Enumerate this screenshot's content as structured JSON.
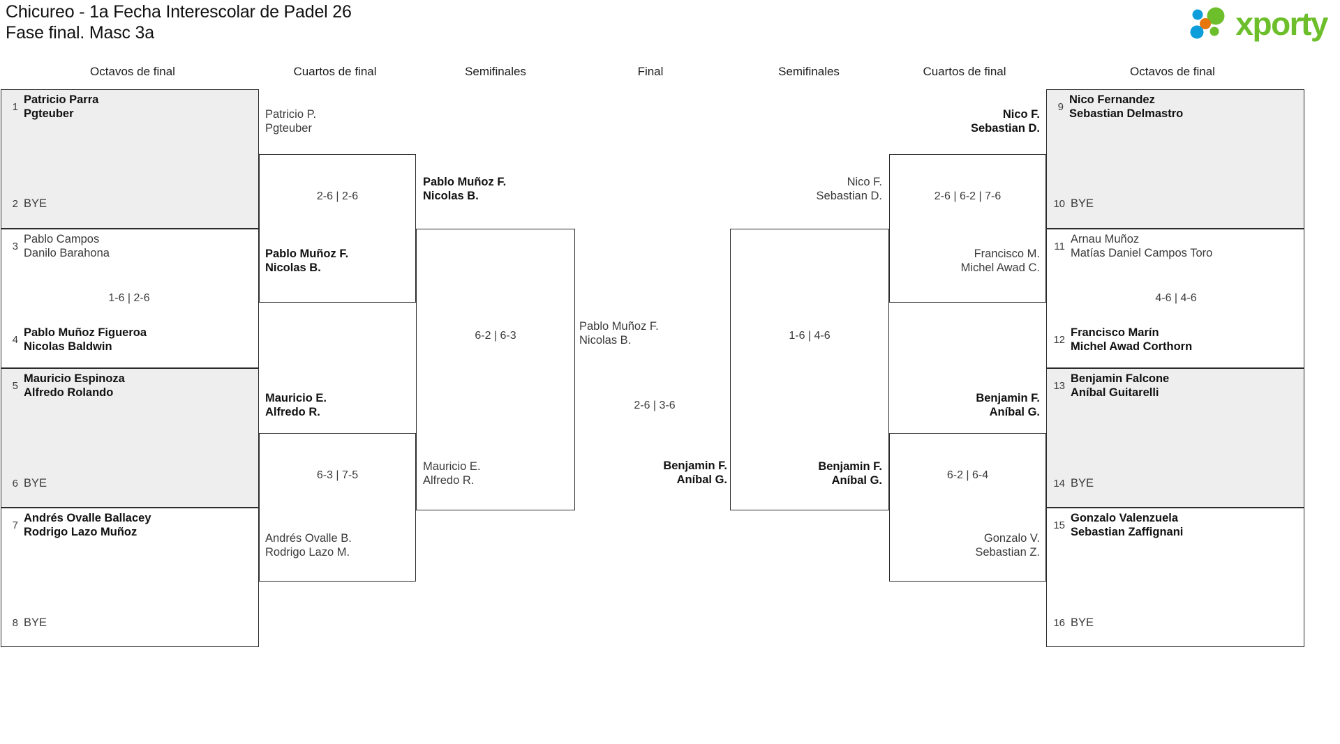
{
  "header": {
    "title_line1": "Chicureo - 1a Fecha Interescolar de Padel 26",
    "title_line2": "Fase final. Masc 3a",
    "logo_text": "xporty",
    "logo_colors": {
      "green": "#6cbe2a",
      "blue": "#0d9ddb",
      "orange": "#e8760f"
    }
  },
  "round_headers": {
    "left_r16": "Octavos de final",
    "left_qf": "Cuartos de final",
    "left_sf": "Semifinales",
    "final": "Final",
    "right_sf": "Semifinales",
    "right_qf": "Cuartos de final",
    "right_r16": "Octavos de final"
  },
  "left_r16": [
    {
      "seed": "1",
      "line1": "Patricio Parra",
      "line2": "Pgteuber",
      "result": "win",
      "shaded": true
    },
    {
      "seed": "2",
      "line1": "BYE",
      "line2": "",
      "result": "bye",
      "shaded": true
    },
    {
      "seed": "3",
      "line1": "Pablo Campos",
      "line2": "Danilo Barahona",
      "result": "lose",
      "shaded": false
    },
    {
      "seed": "4",
      "line1": "Pablo Muñoz Figueroa",
      "line2": "Nicolas Baldwin",
      "result": "win",
      "shaded": false
    },
    {
      "seed": "5",
      "line1": "Mauricio Espinoza",
      "line2": "Alfredo Rolando",
      "result": "win",
      "shaded": true
    },
    {
      "seed": "6",
      "line1": "BYE",
      "line2": "",
      "result": "bye",
      "shaded": true
    },
    {
      "seed": "7",
      "line1": "Andrés Ovalle Ballacey",
      "line2": "Rodrigo Lazo Muñoz",
      "result": "win",
      "shaded": false
    },
    {
      "seed": "8",
      "line1": "BYE",
      "line2": "",
      "result": "bye",
      "shaded": false
    }
  ],
  "right_r16": [
    {
      "seed": "9",
      "line1": "Nico Fernandez",
      "line2": "Sebastian Delmastro",
      "result": "win",
      "shaded": true
    },
    {
      "seed": "10",
      "line1": "BYE",
      "line2": "",
      "result": "bye",
      "shaded": true
    },
    {
      "seed": "11",
      "line1": "Arnau Muñoz",
      "line2": "Matías Daniel Campos Toro",
      "result": "lose",
      "shaded": false
    },
    {
      "seed": "12",
      "line1": "Francisco Marín",
      "line2": "Michel Awad Corthorn",
      "result": "win",
      "shaded": false
    },
    {
      "seed": "13",
      "line1": "Benjamin Falcone",
      "line2": "Aníbal Guitarelli",
      "result": "win",
      "shaded": true
    },
    {
      "seed": "14",
      "line1": "BYE",
      "line2": "",
      "result": "bye",
      "shaded": true
    },
    {
      "seed": "15",
      "line1": "Gonzalo Valenzuela",
      "line2": "Sebastian Zaffignani",
      "result": "win",
      "shaded": false
    },
    {
      "seed": "16",
      "line1": "BYE",
      "line2": "",
      "result": "bye",
      "shaded": false
    }
  ],
  "left_r16_scores": {
    "m1": "",
    "m2": "1-6 | 2-6",
    "m3": "",
    "m4": ""
  },
  "right_r16_scores": {
    "m1": "",
    "m2": "4-6 | 4-6",
    "m3": "",
    "m4": ""
  },
  "left_qf": {
    "m1": {
      "top": {
        "line1": "Patricio P.",
        "line2": "Pgteuber",
        "result": "lose"
      },
      "bottom": {
        "line1": "Pablo Muñoz F.",
        "line2": "Nicolas B.",
        "result": "win"
      },
      "score": "2-6 | 2-6"
    },
    "m2": {
      "top": {
        "line1": "Mauricio E.",
        "line2": "Alfredo R.",
        "result": "win"
      },
      "bottom": {
        "line1": "Andrés Ovalle B.",
        "line2": "Rodrigo Lazo M.",
        "result": "lose"
      },
      "score": "6-3 | 7-5"
    }
  },
  "right_qf": {
    "m1": {
      "top": {
        "line1": "Nico F.",
        "line2": "Sebastian D.",
        "result": "win"
      },
      "bottom": {
        "line1": "Francisco M.",
        "line2": "Michel Awad C.",
        "result": "lose"
      },
      "score": "2-6 | 6-2 | 7-6"
    },
    "m2": {
      "top": {
        "line1": "Benjamin F.",
        "line2": "Aníbal G.",
        "result": "win"
      },
      "bottom": {
        "line1": "Gonzalo V.",
        "line2": "Sebastian Z.",
        "result": "lose"
      },
      "score": "6-2 | 6-4"
    }
  },
  "left_sf": {
    "top": {
      "line1": "Pablo Muñoz F.",
      "line2": "Nicolas B.",
      "result": "win"
    },
    "bottom": {
      "line1": "Mauricio E.",
      "line2": "Alfredo R.",
      "result": "lose"
    },
    "score": "6-2 | 6-3"
  },
  "right_sf": {
    "top": {
      "line1": "Nico F.",
      "line2": "Sebastian D.",
      "result": "lose"
    },
    "bottom": {
      "line1": "Benjamin F.",
      "line2": "Aníbal G.",
      "result": "win"
    },
    "score": "1-6 | 4-6"
  },
  "final": {
    "top": {
      "line1": "Pablo Muñoz F.",
      "line2": "Nicolas B.",
      "result": "lose"
    },
    "bottom": {
      "line1": "Benjamin F.",
      "line2": "Aníbal G.",
      "result": "win"
    },
    "score": "2-6 | 3-6"
  }
}
